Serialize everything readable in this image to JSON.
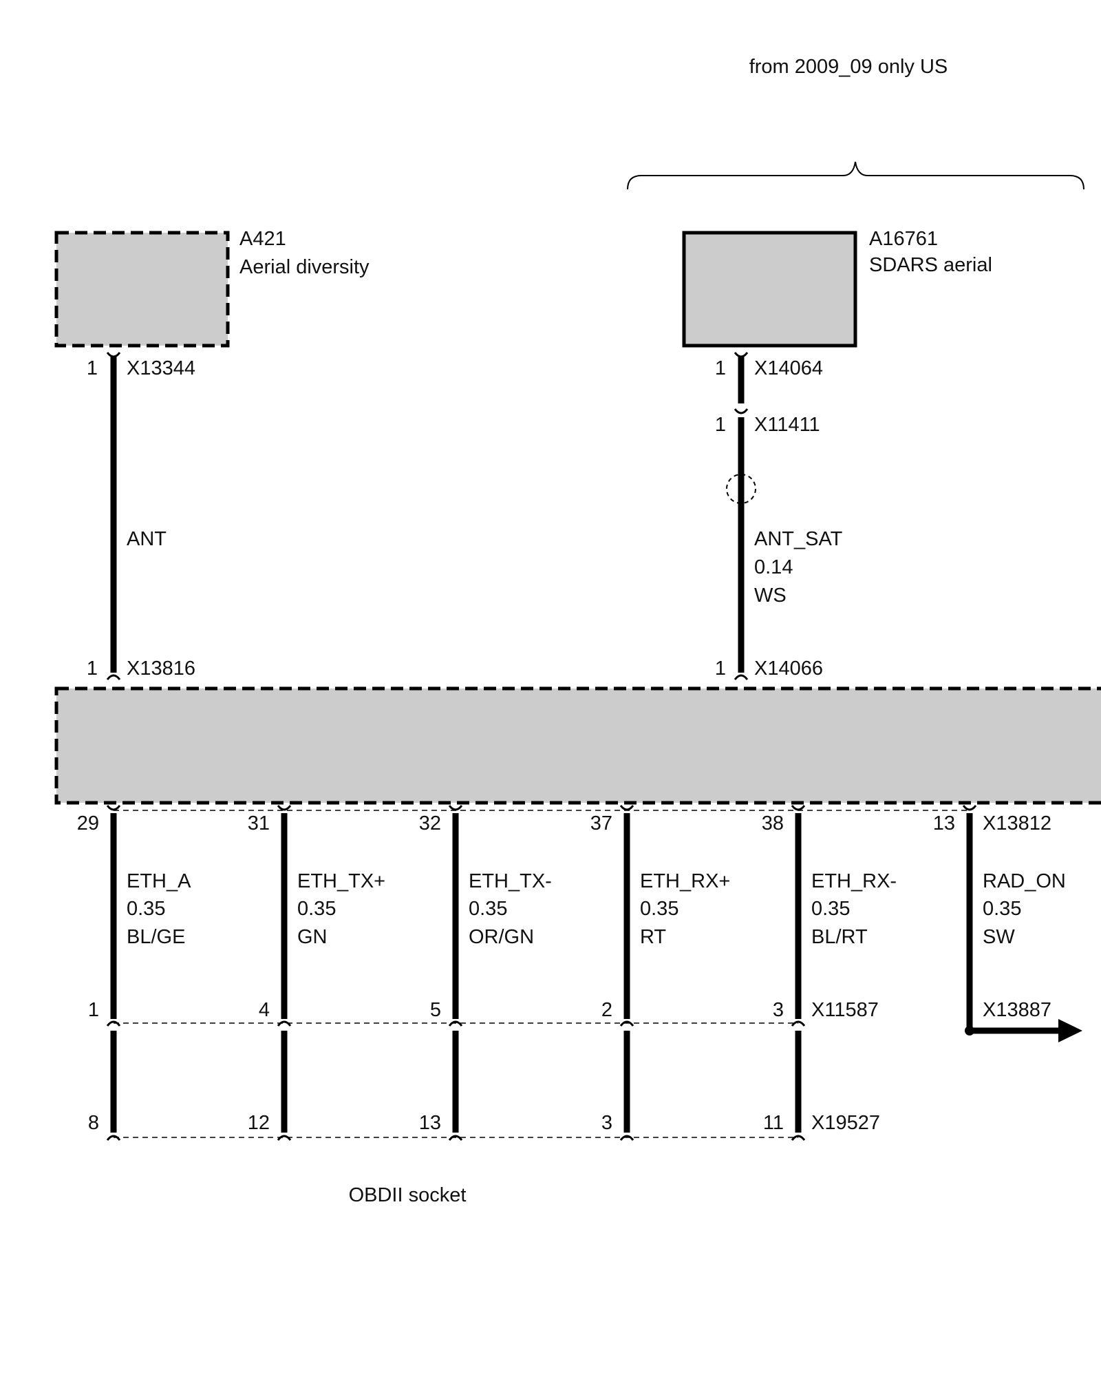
{
  "note": "from 2009_09 only US",
  "colors": {
    "ink": "#000000",
    "box_fill": "#cccccc",
    "background": "#ffffff"
  },
  "components": {
    "aerial_diversity": {
      "id": "A421",
      "name": "Aerial diversity",
      "outline": "dashed"
    },
    "sdars_aerial": {
      "id": "A16761",
      "name": "SDARS aerial",
      "outline": "solid"
    },
    "main_unit": {
      "outline": "dashed"
    }
  },
  "connectors": {
    "x13344": {
      "id": "X13344",
      "pin": "1"
    },
    "x13816": {
      "id": "X13816",
      "pin": "1"
    },
    "x14064": {
      "id": "X14064",
      "pin": "1"
    },
    "x11411": {
      "id": "X11411",
      "pin": "1"
    },
    "x14066": {
      "id": "X14066",
      "pin": "1"
    },
    "x13812": {
      "id": "X13812"
    },
    "x11587": {
      "id": "X11587"
    },
    "x19527": {
      "id": "X19527"
    },
    "x13887": {
      "id": "X13887"
    }
  },
  "wires": {
    "ant": {
      "signal": "ANT"
    },
    "ant_sat": {
      "signal": "ANT_SAT",
      "size": "0.14",
      "color": "WS"
    },
    "eth": [
      {
        "signal": "ETH_A",
        "size": "0.35",
        "color": "BL/GE",
        "pin_main": "29",
        "pin_x11587": "1",
        "pin_x19527": "8"
      },
      {
        "signal": "ETH_TX+",
        "size": "0.35",
        "color": "GN",
        "pin_main": "31",
        "pin_x11587": "4",
        "pin_x19527": "12"
      },
      {
        "signal": "ETH_TX-",
        "size": "0.35",
        "color": "OR/GN",
        "pin_main": "32",
        "pin_x11587": "5",
        "pin_x19527": "13"
      },
      {
        "signal": "ETH_RX+",
        "size": "0.35",
        "color": "RT",
        "pin_main": "37",
        "pin_x11587": "2",
        "pin_x19527": "3"
      },
      {
        "signal": "ETH_RX-",
        "size": "0.35",
        "color": "BL/RT",
        "pin_main": "38",
        "pin_x11587": "3",
        "pin_x19527": "11"
      }
    ],
    "rad_on": {
      "signal": "RAD_ON",
      "size": "0.35",
      "color": "SW",
      "pin_main": "13"
    }
  },
  "obd_label": "OBDII socket"
}
